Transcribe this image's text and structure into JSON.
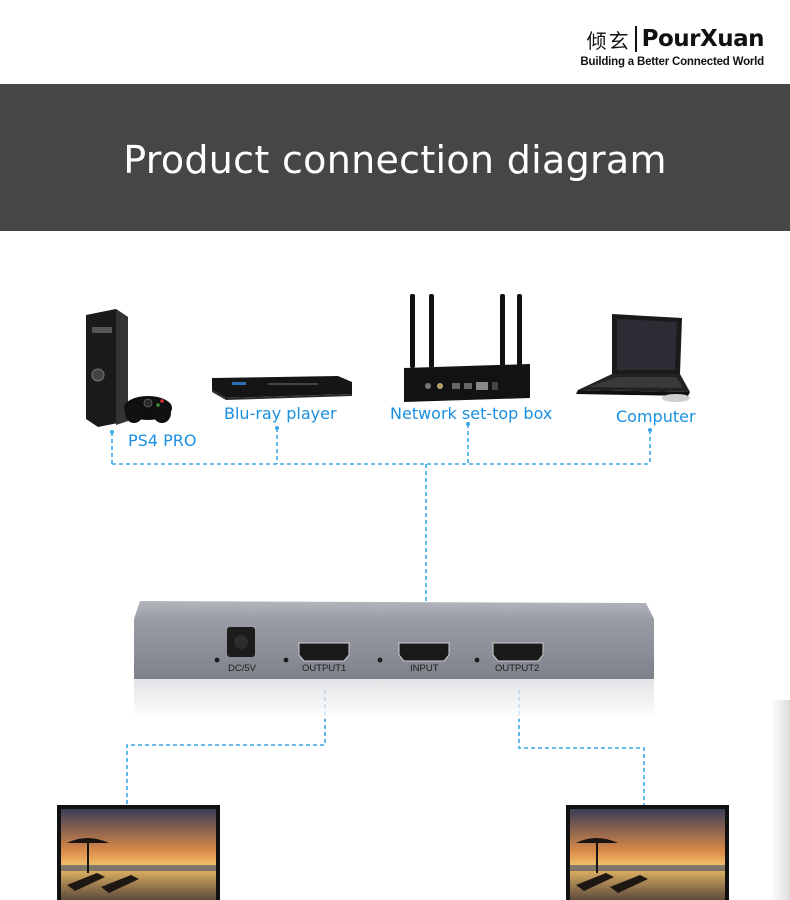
{
  "brand": {
    "chinese_name": "倾玄",
    "name": "PourXuan",
    "tagline": "Building a Better Connected World"
  },
  "banner": {
    "title": "Product connection diagram"
  },
  "sources": [
    {
      "label": "PS4 PRO",
      "icon": "game-console-icon"
    },
    {
      "label": "Blu-ray player",
      "icon": "bluray-player-icon"
    },
    {
      "label": "Network set-top box",
      "icon": "set-top-box-icon"
    },
    {
      "label": "Computer",
      "icon": "laptop-icon"
    }
  ],
  "splitter": {
    "ports": {
      "power": "DC/5V",
      "output1": "OUTPUT1",
      "input": "INPUT",
      "output2": "OUTPUT2"
    }
  },
  "displays": [
    {
      "icon": "tv-icon"
    },
    {
      "icon": "tv-icon"
    }
  ],
  "colors": {
    "banner_bg": "#464646",
    "label_blue": "#1a8fe0",
    "connector_line": "#3aa7e8",
    "splitter_body": "#8f939c"
  }
}
